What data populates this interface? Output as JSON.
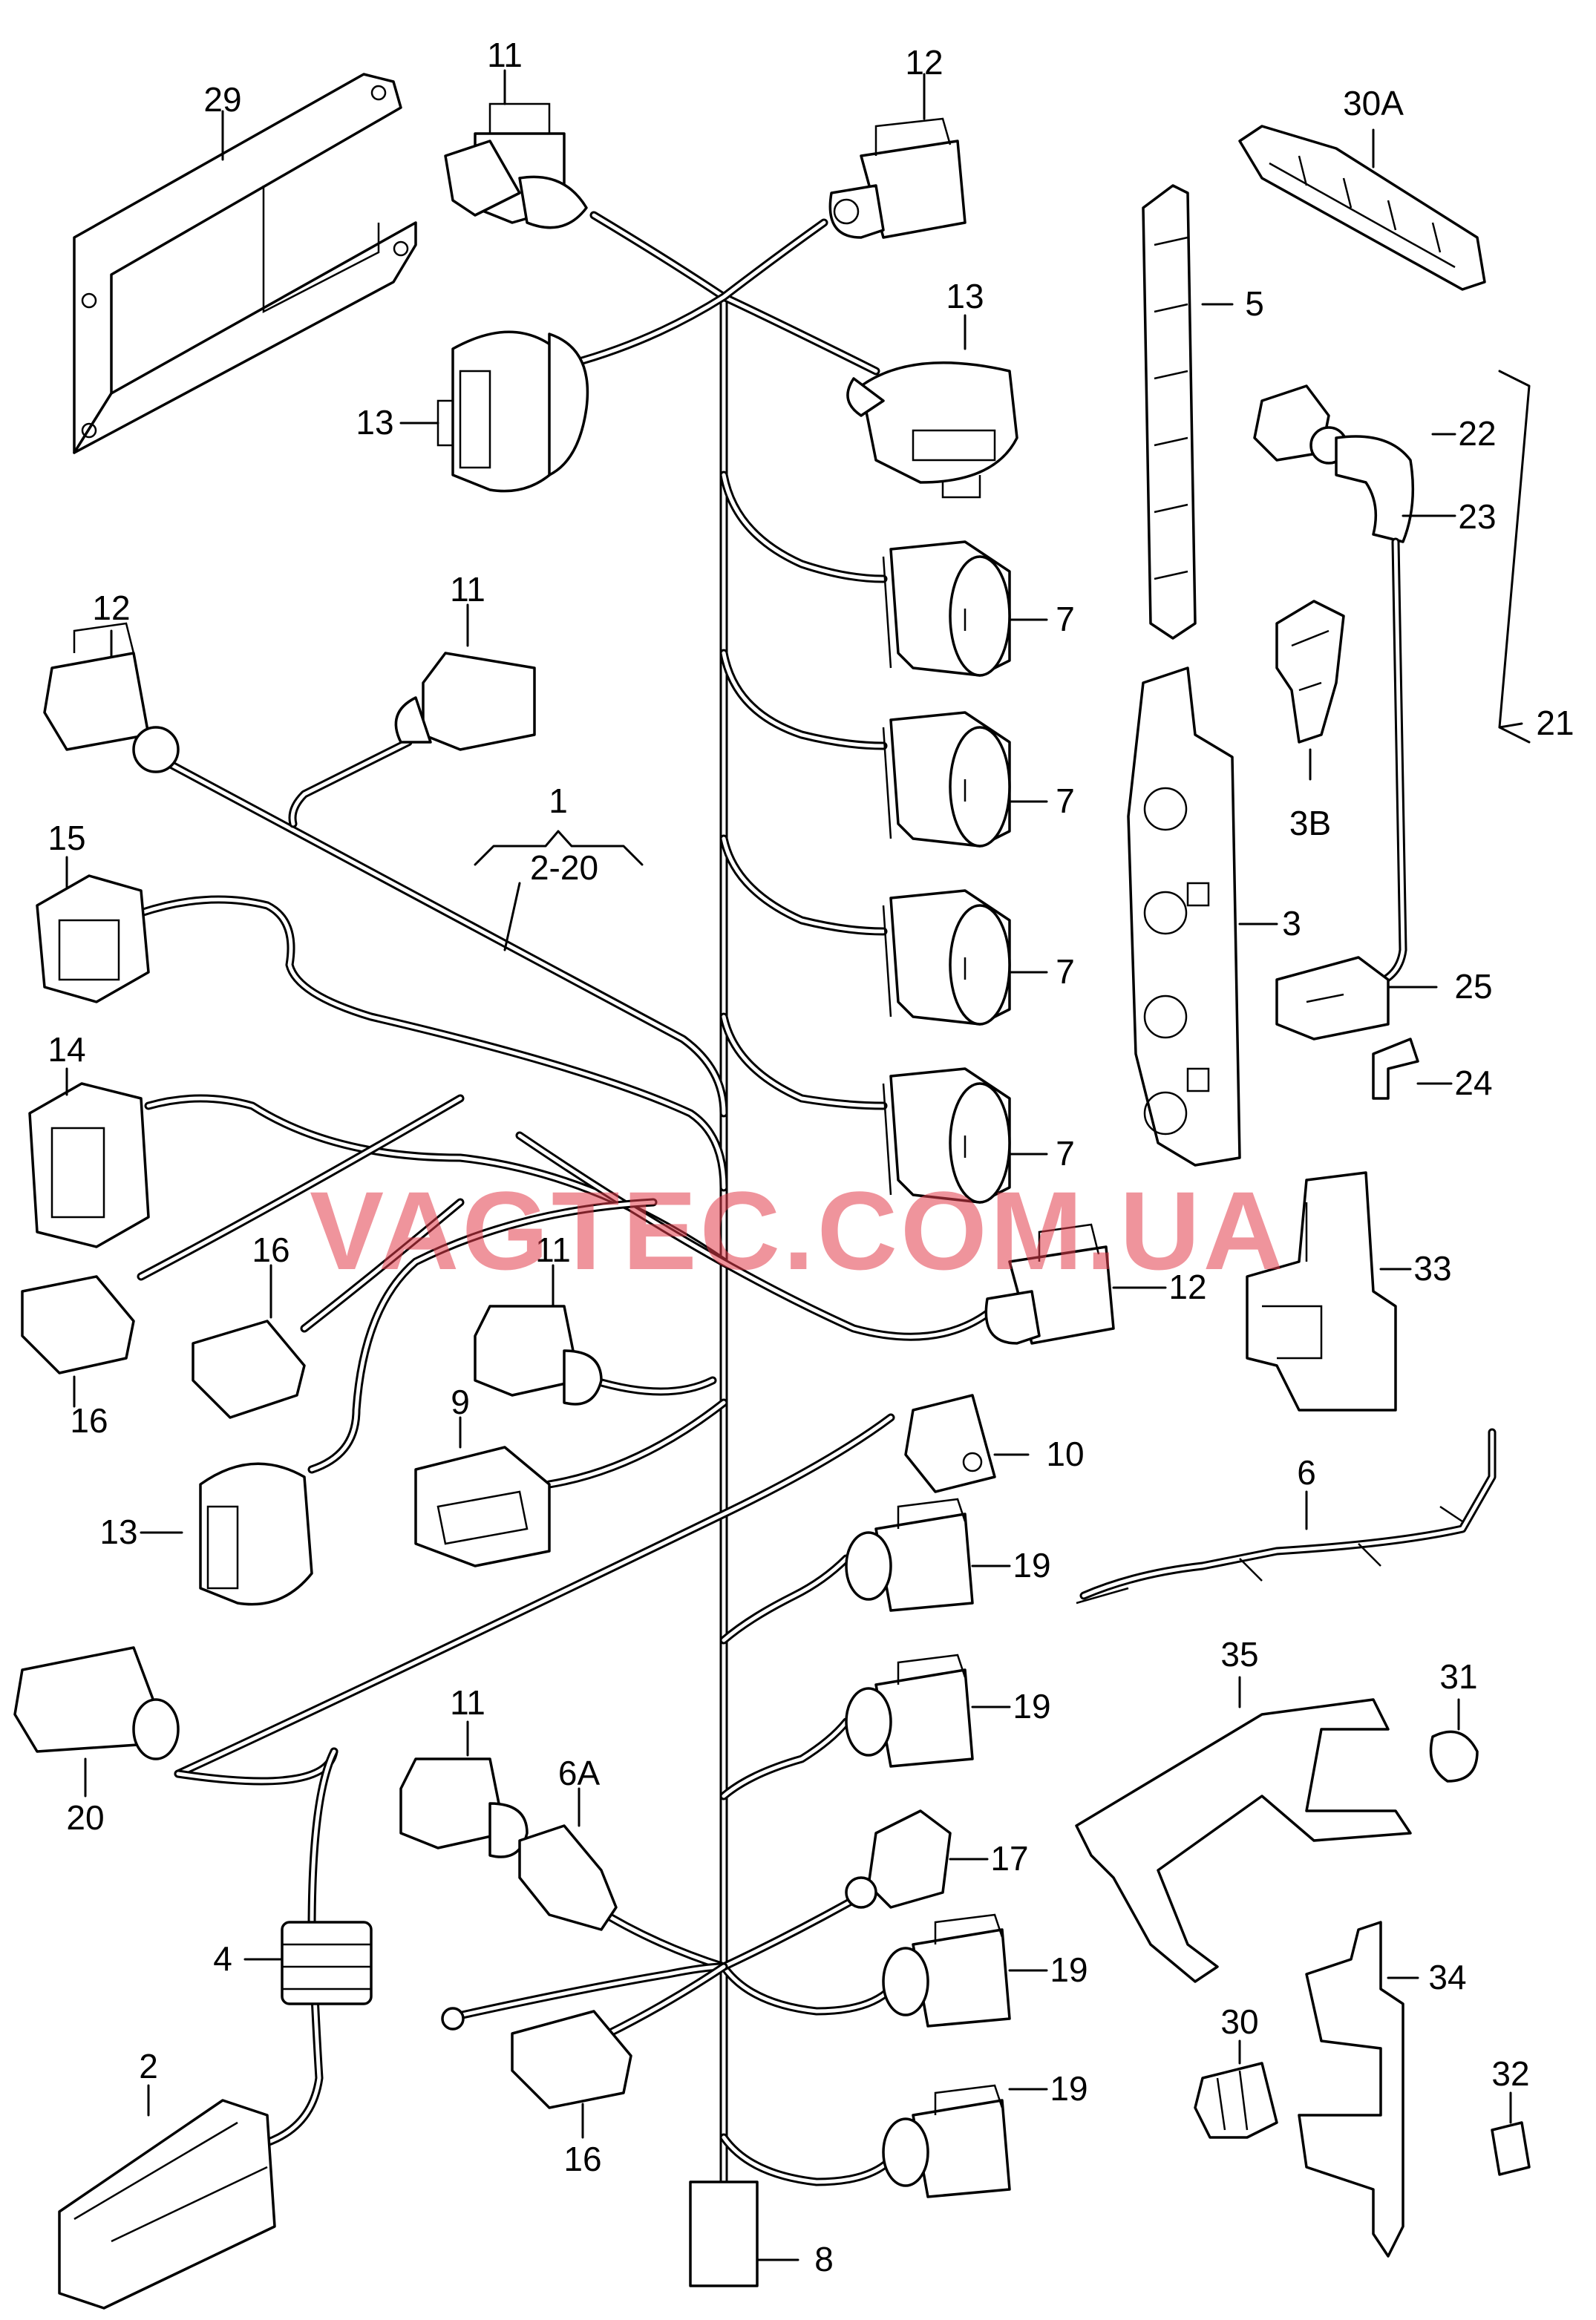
{
  "watermark": "VAGTEC.COM.UA",
  "bracket_label_top": "1",
  "bracket_label_bottom": "2-20",
  "labels": [
    {
      "id": "29",
      "text": "29"
    },
    {
      "id": "11a",
      "text": "11"
    },
    {
      "id": "12a",
      "text": "12"
    },
    {
      "id": "30A",
      "text": "30A"
    },
    {
      "id": "5",
      "text": "5"
    },
    {
      "id": "13a",
      "text": "13"
    },
    {
      "id": "13b",
      "text": "13"
    },
    {
      "id": "22",
      "text": "22"
    },
    {
      "id": "23",
      "text": "23"
    },
    {
      "id": "12b",
      "text": "12"
    },
    {
      "id": "11b",
      "text": "11"
    },
    {
      "id": "7a",
      "text": "7"
    },
    {
      "id": "7b",
      "text": "7"
    },
    {
      "id": "7c",
      "text": "7"
    },
    {
      "id": "7d",
      "text": "7"
    },
    {
      "id": "21",
      "text": "21"
    },
    {
      "id": "3B",
      "text": "3B"
    },
    {
      "id": "15",
      "text": "15"
    },
    {
      "id": "3",
      "text": "3"
    },
    {
      "id": "25",
      "text": "25"
    },
    {
      "id": "14",
      "text": "14"
    },
    {
      "id": "24",
      "text": "24"
    },
    {
      "id": "16a",
      "text": "16"
    },
    {
      "id": "11c",
      "text": "11"
    },
    {
      "id": "12c",
      "text": "12"
    },
    {
      "id": "33",
      "text": "33"
    },
    {
      "id": "16b",
      "text": "16"
    },
    {
      "id": "9",
      "text": "9"
    },
    {
      "id": "10",
      "text": "10"
    },
    {
      "id": "6",
      "text": "6"
    },
    {
      "id": "13c",
      "text": "13"
    },
    {
      "id": "19a",
      "text": "19"
    },
    {
      "id": "35",
      "text": "35"
    },
    {
      "id": "31",
      "text": "31"
    },
    {
      "id": "19b",
      "text": "19"
    },
    {
      "id": "20",
      "text": "20"
    },
    {
      "id": "11d",
      "text": "11"
    },
    {
      "id": "6A",
      "text": "6A"
    },
    {
      "id": "17",
      "text": "17"
    },
    {
      "id": "4",
      "text": "4"
    },
    {
      "id": "19c",
      "text": "19"
    },
    {
      "id": "34",
      "text": "34"
    },
    {
      "id": "30",
      "text": "30"
    },
    {
      "id": "2",
      "text": "2"
    },
    {
      "id": "19d",
      "text": "19"
    },
    {
      "id": "32",
      "text": "32"
    },
    {
      "id": "16c",
      "text": "16"
    },
    {
      "id": "8",
      "text": "8"
    }
  ]
}
